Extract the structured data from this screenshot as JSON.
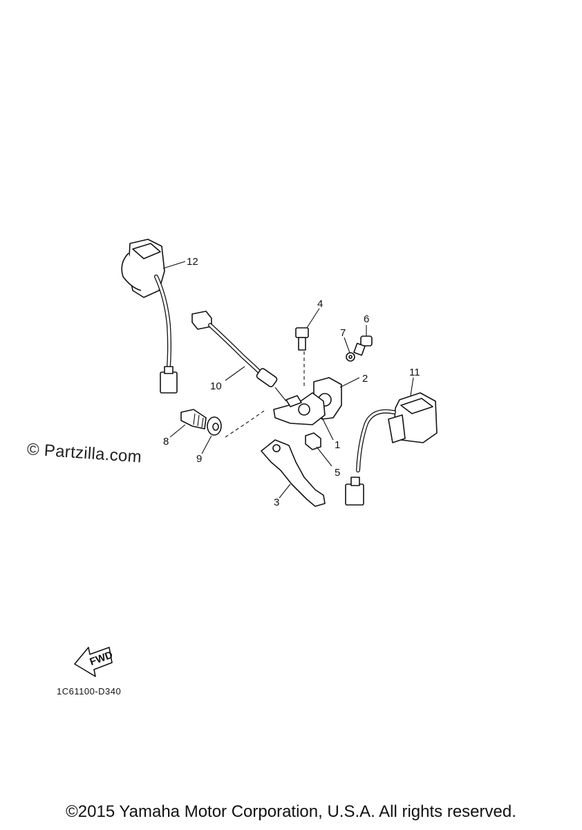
{
  "diagram": {
    "callouts": {
      "c1": "1",
      "c2": "2",
      "c3": "3",
      "c4": "4",
      "c5": "5",
      "c6": "6",
      "c7": "7",
      "c8": "8",
      "c9": "9",
      "c10": "10",
      "c11": "11",
      "c12": "12"
    },
    "fwd_label": "FWD",
    "figure_code": "1C61100-D340"
  },
  "watermark": "© Partzilla.com",
  "footer": {
    "copyright": "©2015 Yamaha Motor Corporation, U.S.A. All rights reserved."
  }
}
